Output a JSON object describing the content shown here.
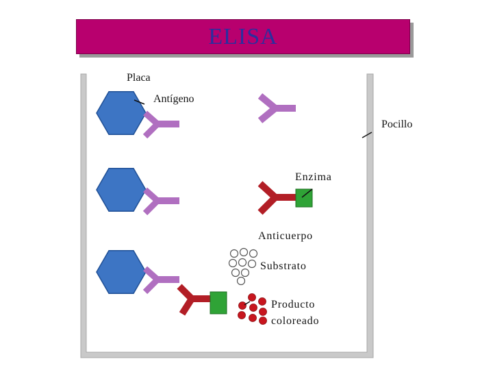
{
  "title": "ELISA",
  "labels": {
    "placa": "Placa",
    "antigeno": "Antígeno",
    "pocillo": "Pocillo",
    "enzima": "Enzima",
    "anticuerpo": "Anticuerpo",
    "substrato": "Substrato",
    "producto_line1": "Producto",
    "producto_line2": "coloreado"
  },
  "colors": {
    "banner": "#b8006e",
    "title_text": "#2b2e9e",
    "antigen": "#3d75c4",
    "primary_antibody": "#b06fc0",
    "secondary_antibody": "#b21e26",
    "enzyme": "#2fa336",
    "substrate": "#ffffff",
    "product": "#c8161e",
    "well_wall": "#c9c9c9"
  }
}
